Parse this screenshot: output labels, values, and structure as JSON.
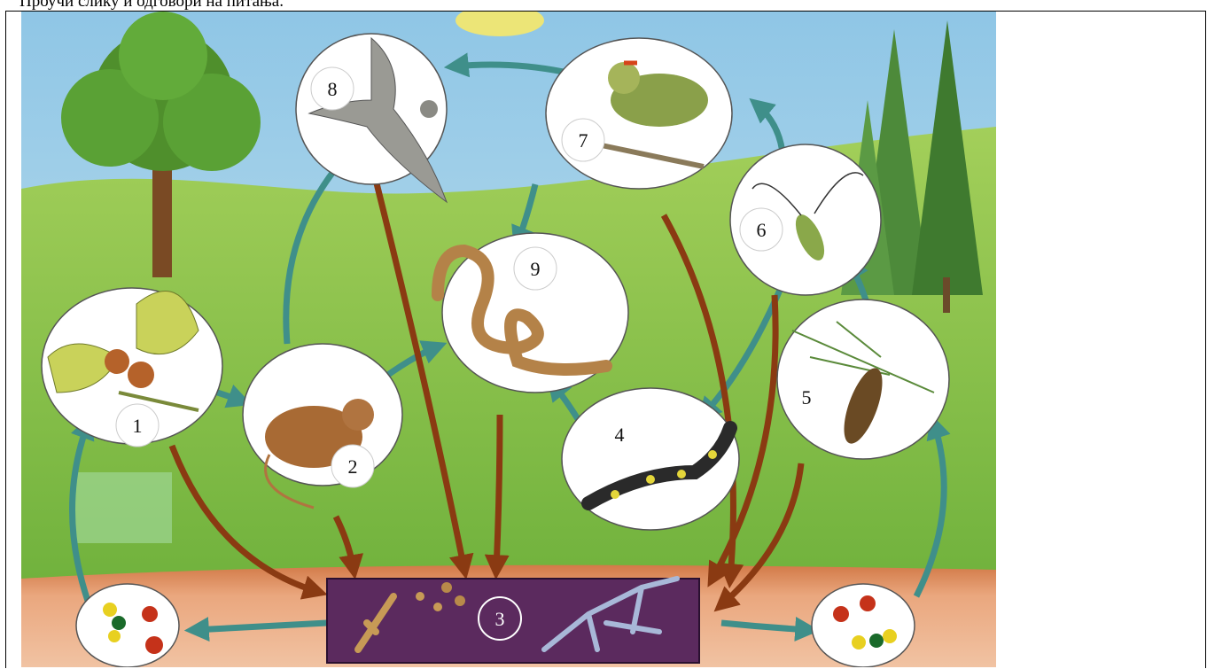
{
  "instruction_text": "Проучи слику и одговори на питања.",
  "illustration": {
    "kind": "food-web",
    "labels": {
      "n1": "1",
      "n2": "2",
      "n3": "3",
      "n4": "4",
      "n5": "5",
      "n6": "6",
      "n7": "7",
      "n8": "8",
      "n9": "9"
    },
    "organisms": {
      "n1": "oak-leaves-acorns",
      "n2": "mouse",
      "n3": "decomposers",
      "n4": "salamander",
      "n5": "pine-cone",
      "n6": "beetle",
      "n7": "kinglet-bird",
      "n8": "hawk",
      "n9": "snake"
    },
    "colors": {
      "sky": "#a9d3e8",
      "grass": "#7cbd44",
      "soil": "#e9a47a",
      "arrow_teal": "#3f8f8a",
      "arrow_brown": "#8a3a12",
      "decomposer_box": "#5b2a5e"
    }
  }
}
